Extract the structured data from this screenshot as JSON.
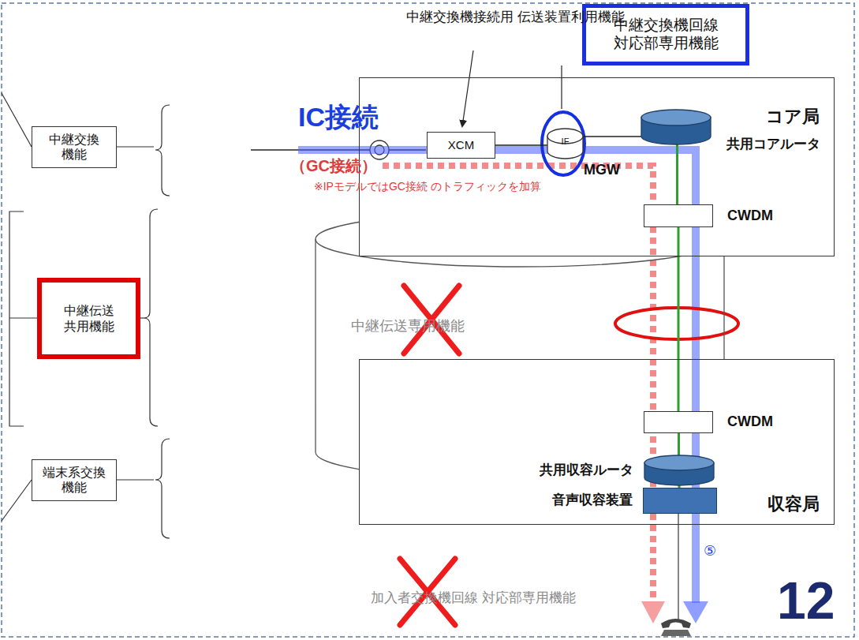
{
  "diagram": {
    "nodes": [
      {
        "text": [
          "中継交換 機能"
        ]
      },
      {
        "text": [
          "中継伝送 共用機能"
        ]
      },
      {
        "text": [
          "端末系交換 機能"
        ]
      },
      {
        "text": [
          "中継交換機回線 対応部専用機能"
        ]
      },
      {
        "text": [
          "コア局"
        ]
      },
      {
        "text": [
          "XCM"
        ],
        "in": 4
      },
      {
        "text": [
          "IF",
          "MGW"
        ],
        "in": 4
      },
      {
        "text": [
          "共用コアルータ"
        ],
        "in": 4
      },
      {
        "text": [
          "CWDM"
        ],
        "in": 4
      },
      {
        "text": [
          "中継伝送専用機能"
        ]
      },
      {
        "text": [
          "収容局"
        ]
      },
      {
        "text": [
          "CWDM"
        ],
        "in": 10
      },
      {
        "text": [
          "共用収容ルータ"
        ],
        "in": 10
      },
      {
        "text": [
          "音声収容装置"
        ],
        "in": 10
      }
    ],
    "edges": [
      {
        "from": 5,
        "to": 6,
        "arrow": "none"
      },
      {
        "from": 6,
        "to": 7,
        "arrow": "none"
      },
      {
        "from": 7,
        "to": 8,
        "arrow": "none"
      },
      {
        "from": 8,
        "to": 11,
        "arrow": "none"
      },
      {
        "from": 11,
        "to": 12,
        "arrow": "none"
      },
      {
        "from": 12,
        "to": 13,
        "arrow": "none"
      }
    ],
    "labels": [
      "中継交換機接続用 伝送装置利用機能",
      "IC接続",
      "（GC接続）",
      "※IPモデルではGC接続 のトラフィックを加算",
      "⑤",
      "加入者交換機回線 対応部専用機能",
      "12"
    ]
  }
}
